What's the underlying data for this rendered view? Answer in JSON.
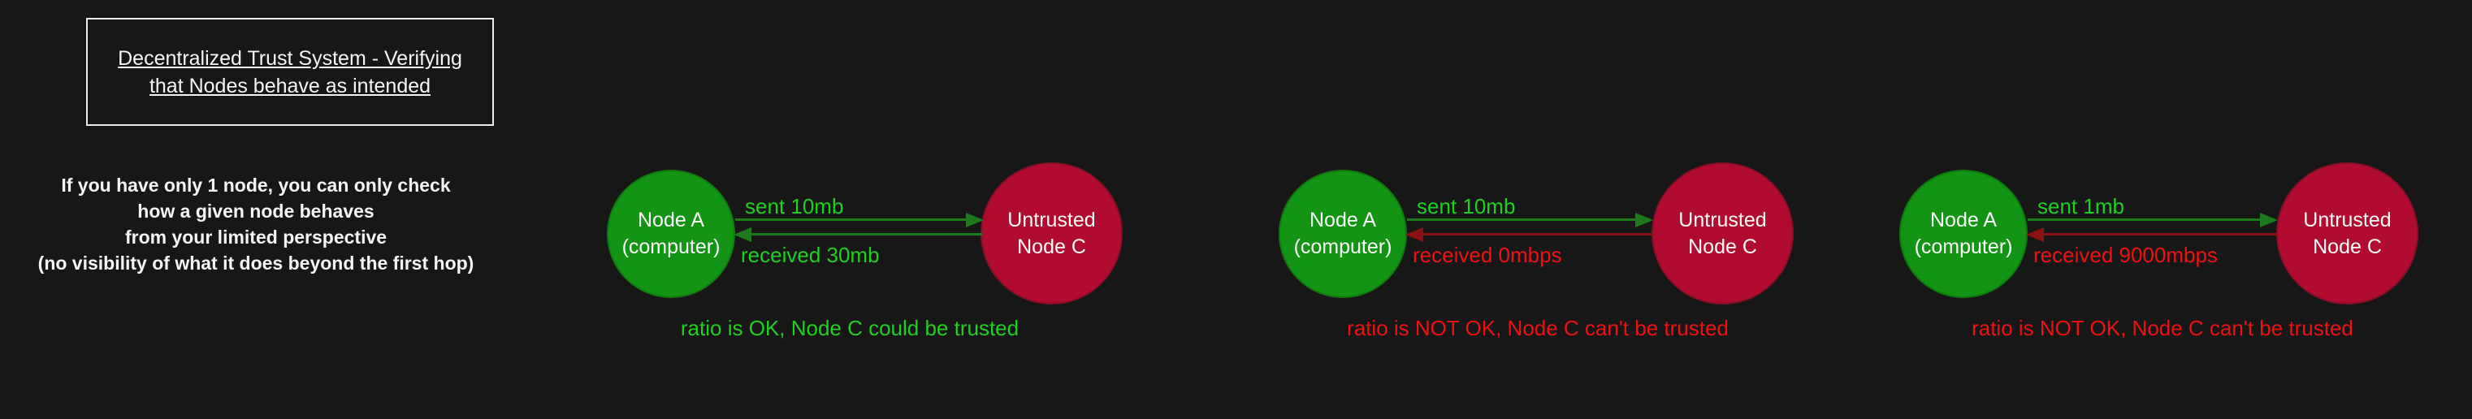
{
  "colors": {
    "background": "#171717",
    "white": "#f5f5f5",
    "box_border": "#ededed",
    "bright_green": "#20d020",
    "bright_red": "#ee1111",
    "arrow_green": "#1d7a1d",
    "arrow_red": "#8a1212",
    "node_green_fill": "#149414",
    "node_green_stroke": "#0f7a0f",
    "node_red_fill": "#b10c2f",
    "node_red_stroke": "#8a0f26"
  },
  "title_box": {
    "line1": "Decentralized Trust System - Verifying",
    "line2": "that Nodes behave as intended"
  },
  "intro": {
    "line1": "If you have only 1 node, you can only check",
    "line2": "how a given node behaves",
    "line3": "from your limited perspective",
    "line4": "(no visibility of what it does beyond the first hop)"
  },
  "groups": [
    {
      "node_a_line1": "Node A",
      "node_a_line2": "(computer)",
      "node_c_line1": "Untrusted",
      "node_c_line2": "Node C",
      "sent_label": "sent 10mb",
      "received_label": "received 30mb",
      "received_label_color": "#20d020",
      "received_arrow_color": "#1d7a1d",
      "caption": "ratio is OK, Node C could be trusted",
      "caption_color": "#20d020"
    },
    {
      "node_a_line1": "Node A",
      "node_a_line2": "(computer)",
      "node_c_line1": "Untrusted",
      "node_c_line2": "Node C",
      "sent_label": "sent 10mb",
      "received_label": "received 0mbps",
      "received_label_color": "#ee1111",
      "received_arrow_color": "#8a1212",
      "caption": "ratio is NOT OK, Node C can't be trusted",
      "caption_color": "#ee1111"
    },
    {
      "node_a_line1": "Node A",
      "node_a_line2": "(computer)",
      "node_c_line1": "Untrusted",
      "node_c_line2": "Node C",
      "sent_label": "sent 1mb",
      "received_label": "received 9000mbps",
      "received_label_color": "#ee1111",
      "received_arrow_color": "#8a1212",
      "caption": "ratio is NOT OK, Node C can't be trusted",
      "caption_color": "#ee1111"
    }
  ]
}
